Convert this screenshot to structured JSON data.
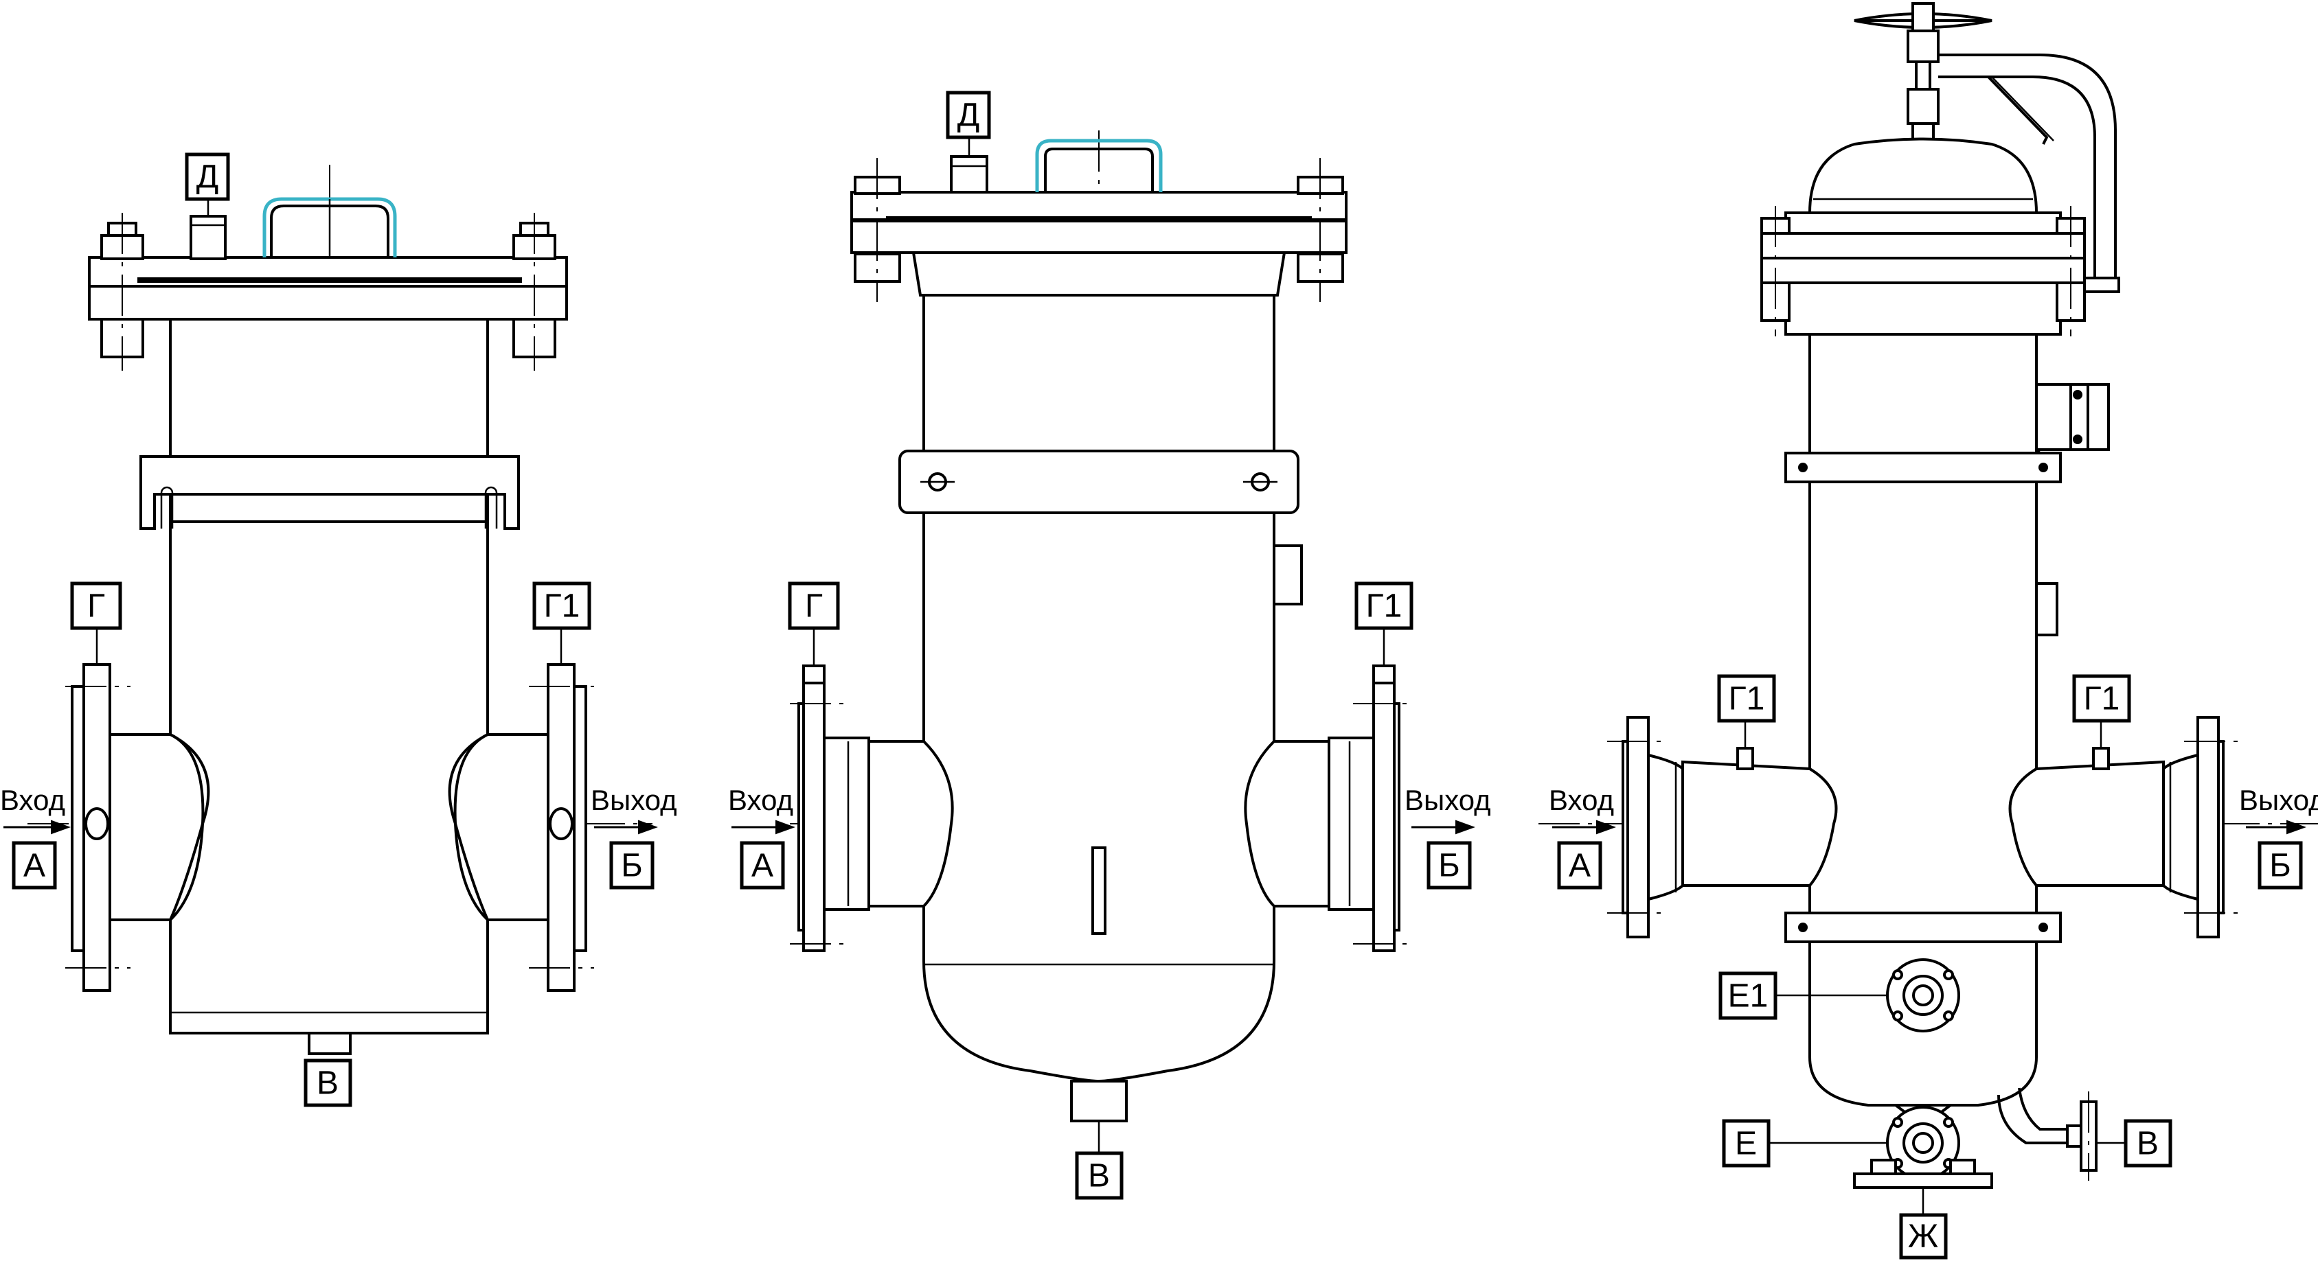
{
  "drawings": [
    {
      "name": "filter-1",
      "labels": {
        "top": "Д",
        "left_gauge": "Г",
        "right_gauge": "Г1",
        "bottom": "В",
        "inlet": "А",
        "outlet": "Б"
      },
      "flow": {
        "inlet": "Вход",
        "outlet": "Выход"
      }
    },
    {
      "name": "filter-2",
      "labels": {
        "top": "Д",
        "left_gauge": "Г",
        "right_gauge": "Г1",
        "bottom": "В",
        "inlet": "А",
        "outlet": "Б"
      },
      "flow": {
        "inlet": "Вход",
        "outlet": "Выход"
      }
    },
    {
      "name": "filter-3",
      "labels": {
        "left_gauge": "Г1",
        "right_gauge": "Г1",
        "side_port": "Е1",
        "bottom_port": "Е",
        "drain": "В",
        "base": "Ж",
        "inlet": "А",
        "outlet": "Б"
      },
      "flow": {
        "inlet": "Вход",
        "outlet": "Выход"
      }
    }
  ],
  "colors": {
    "line": "#000000",
    "handle": "#39b3c6",
    "background": "#ffffff"
  }
}
